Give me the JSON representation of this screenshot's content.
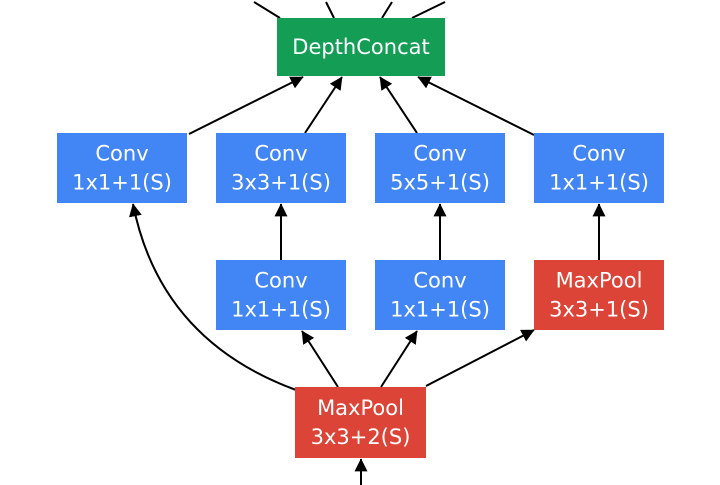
{
  "colors": {
    "concat": "#139d55",
    "conv": "#4285f4",
    "pool": "#db4437",
    "edge": "#000000"
  },
  "nodes": [
    {
      "id": "depthconcat",
      "kind": "concat",
      "lines": [
        "DepthConcat"
      ]
    },
    {
      "id": "conv-1x1-a",
      "kind": "conv",
      "lines": [
        "Conv",
        "1x1+1(S)"
      ]
    },
    {
      "id": "conv-3x3",
      "kind": "conv",
      "lines": [
        "Conv",
        "3x3+1(S)"
      ]
    },
    {
      "id": "conv-5x5",
      "kind": "conv",
      "lines": [
        "Conv",
        "5x5+1(S)"
      ]
    },
    {
      "id": "conv-1x1-b",
      "kind": "conv",
      "lines": [
        "Conv",
        "1x1+1(S)"
      ]
    },
    {
      "id": "conv-1x1-c",
      "kind": "conv",
      "lines": [
        "Conv",
        "1x1+1(S)"
      ]
    },
    {
      "id": "conv-1x1-d",
      "kind": "conv",
      "lines": [
        "Conv",
        "1x1+1(S)"
      ]
    },
    {
      "id": "maxpool-3x3-s1",
      "kind": "pool",
      "lines": [
        "MaxPool",
        "3x3+1(S)"
      ]
    },
    {
      "id": "maxpool-3x3-s2",
      "kind": "pool",
      "lines": [
        "MaxPool",
        "3x3+2(S)"
      ]
    }
  ],
  "edges": [
    {
      "from": "conv-1x1-a",
      "to": "depthconcat"
    },
    {
      "from": "conv-3x3",
      "to": "depthconcat"
    },
    {
      "from": "conv-5x5",
      "to": "depthconcat"
    },
    {
      "from": "conv-1x1-b",
      "to": "depthconcat"
    },
    {
      "from": "conv-1x1-c",
      "to": "conv-3x3"
    },
    {
      "from": "conv-1x1-d",
      "to": "conv-5x5"
    },
    {
      "from": "maxpool-3x3-s1",
      "to": "conv-1x1-b"
    },
    {
      "from": "maxpool-3x3-s2",
      "to": "conv-1x1-a"
    },
    {
      "from": "maxpool-3x3-s2",
      "to": "conv-1x1-c"
    },
    {
      "from": "maxpool-3x3-s2",
      "to": "conv-1x1-d"
    },
    {
      "from": "maxpool-3x3-s2",
      "to": "maxpool-3x3-s1"
    },
    {
      "from": "input",
      "to": "maxpool-3x3-s2"
    },
    {
      "from": "depthconcat",
      "to": "output"
    }
  ]
}
